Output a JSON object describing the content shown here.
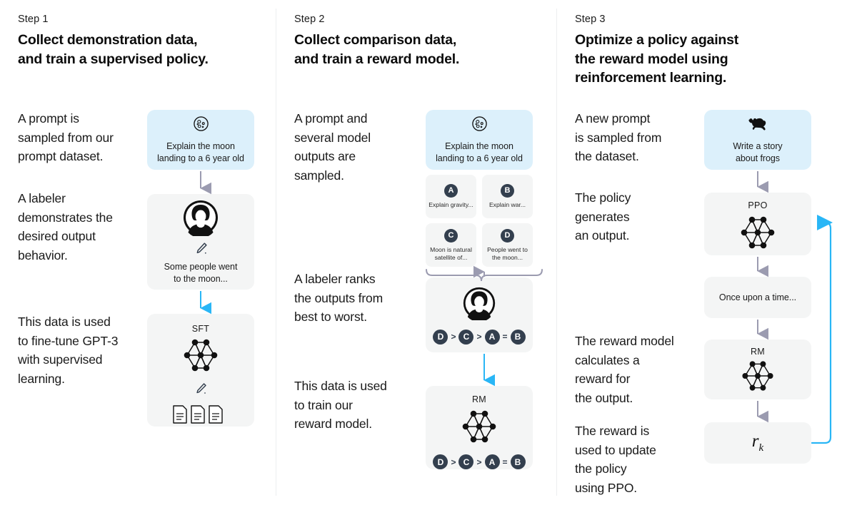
{
  "meta": {
    "accent_blue": "#29b6f6",
    "prompt_box_bg": "#dcf0fb",
    "flow_box_bg": "#f4f5f5",
    "badge_bg": "#333f4e",
    "arrow_gray": "#9b9bb0",
    "divider": "#eceef0"
  },
  "steps": [
    {
      "label": "Step 1",
      "title": "Collect demonstration data,\nand train a supervised policy.",
      "paragraphs": [
        {
          "text": "A prompt is\nsampled from our\nprompt dataset."
        },
        {
          "text": "A labeler\ndemonstrates the\ndesired output\nbehavior."
        },
        {
          "text": "This data is used\nto fine-tune GPT-3\nwith supervised\nlearning."
        }
      ],
      "boxes": [
        {
          "id": "prompt",
          "icon": "moon-icon",
          "text": "Explain the moon\nlanding to a 6 year old"
        },
        {
          "id": "demo",
          "icon": "labeler-avatar-icon",
          "sub_icon": "pencil-icon",
          "text": "Some people went\nto the moon..."
        },
        {
          "id": "sft",
          "title": "SFT",
          "icon": "neural-network-icon",
          "sub_icon": "pencil-icon",
          "extra_icon": "documents-icon"
        }
      ]
    },
    {
      "label": "Step 2",
      "title": "Collect comparison data,\nand train a reward model.",
      "paragraphs": [
        {
          "text": "A prompt and\nseveral model\noutputs are\nsampled."
        },
        {
          "text": "A labeler ranks\nthe outputs from\nbest to worst."
        },
        {
          "text": "This data is used\nto train our\nreward model."
        }
      ],
      "boxes": [
        {
          "id": "prompt",
          "icon": "moon-icon",
          "text": "Explain the moon\nlanding to a 6 year old"
        },
        {
          "id": "rank",
          "icon": "labeler-avatar-icon",
          "ranking": [
            "D",
            ">",
            "C",
            ">",
            "A",
            "=",
            "B"
          ]
        },
        {
          "id": "rm",
          "title": "RM",
          "icon": "neural-network-icon",
          "ranking": [
            "D",
            ">",
            "C",
            ">",
            "A",
            "=",
            "B"
          ]
        }
      ],
      "options": [
        {
          "letter": "A",
          "text": "Explain gravity..."
        },
        {
          "letter": "B",
          "text": "Explain war..."
        },
        {
          "letter": "C",
          "text": "Moon is natural\nsatellite of..."
        },
        {
          "letter": "D",
          "text": "People went to\nthe moon..."
        }
      ]
    },
    {
      "label": "Step 3",
      "title": "Optimize a policy against\nthe reward model using\nreinforcement learning.",
      "paragraphs": [
        {
          "text": "A new prompt\nis sampled from\nthe dataset."
        },
        {
          "text": "The policy\ngenerates\nan output."
        },
        {
          "text": "The reward model\ncalculates a\nreward for\nthe output."
        },
        {
          "text": "The reward is\nused to update\nthe policy\nusing PPO."
        }
      ],
      "boxes": [
        {
          "id": "prompt",
          "icon": "frog-icon",
          "text": "Write a story\nabout frogs"
        },
        {
          "id": "ppo",
          "title": "PPO",
          "icon": "neural-network-icon"
        },
        {
          "id": "output",
          "text": "Once upon a time..."
        },
        {
          "id": "rm",
          "title": "RM",
          "icon": "neural-network-icon"
        },
        {
          "id": "reward",
          "reward_symbol": "r",
          "reward_subscript": "k"
        }
      ]
    }
  ]
}
